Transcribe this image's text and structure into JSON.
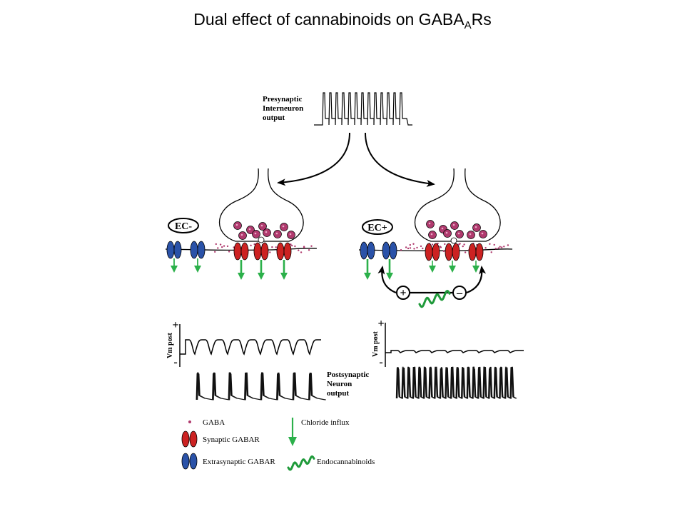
{
  "title": {
    "main": "Dual effect of cannabinoids on GABA",
    "sub": "A",
    "suffix": "Rs"
  },
  "presynaptic_label": [
    "Presynaptic",
    "Interneuron",
    "output"
  ],
  "postsynaptic_label": [
    "Postsynaptic",
    "Neuron",
    "output"
  ],
  "left_panel": {
    "ec_label": "EC-"
  },
  "right_panel": {
    "ec_label": "EC+",
    "plus_sign": "+",
    "minus_sign": "–"
  },
  "trace_labels": {
    "vm": "Vm post",
    "plus": "+",
    "minus": "-"
  },
  "legend": {
    "gaba": "GABA",
    "synaptic": "Synaptic GABAR",
    "extrasynaptic": "Extrasynaptic GABAR",
    "chloride": "Chloride influx",
    "endocannabinoids": "Endocannabinoids"
  },
  "colors": {
    "gaba": "#b03a6e",
    "synaptic_receptor": "#cc2222",
    "extrasynaptic_receptor": "#2a52a8",
    "chloride_arrow": "#2bb04a",
    "endocannabinoid": "#1f9a3a"
  }
}
